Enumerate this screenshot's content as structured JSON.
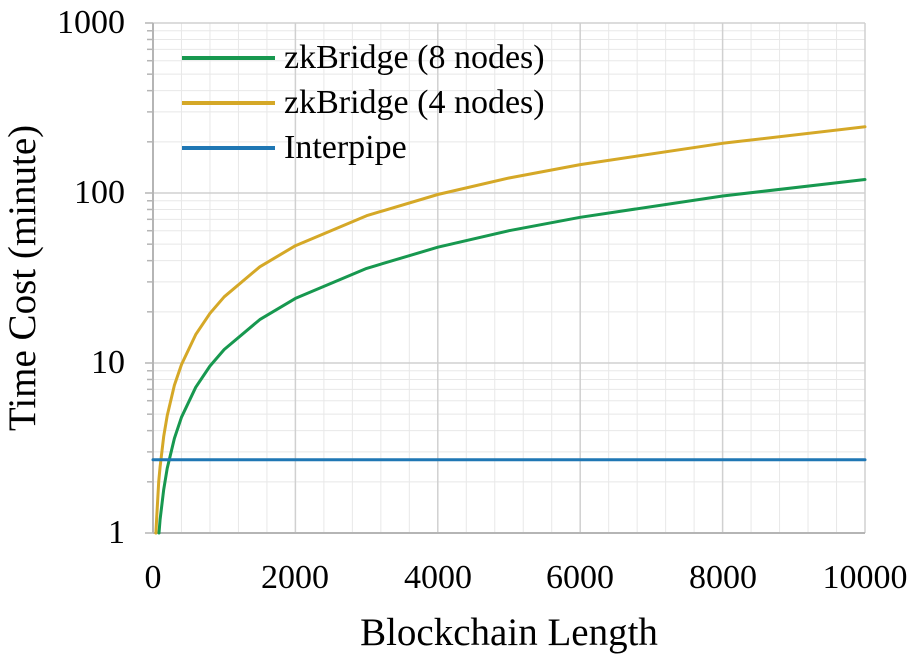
{
  "chart_data": {
    "type": "line",
    "title": "",
    "xlabel": "Blockchain Length",
    "ylabel": "Time Cost (minute)",
    "x_axis": {
      "min": 0,
      "max": 10000,
      "ticks": [
        0,
        2000,
        4000,
        6000,
        8000,
        10000
      ],
      "minor_step": 400,
      "scale": "linear"
    },
    "y_axis": {
      "min": 1,
      "max": 1000,
      "ticks": [
        1,
        10,
        100,
        1000
      ],
      "minor_marks": "log 2-9 each decade",
      "scale": "log"
    },
    "grid": "major and minor gridlines on",
    "legend_position": "top-left inside plot, no border",
    "colors": {
      "zkbridge_8": "#17984f",
      "zkbridge_4": "#d5a827",
      "interpipe": "#1f77b4",
      "grid_major": "#d0d0d0",
      "grid_minor": "#e8e8e8",
      "axis": "#b5b5b5"
    },
    "series": [
      {
        "name": "zkBridge (8 nodes)",
        "color": "#17984f",
        "x": [
          84,
          100,
          150,
          200,
          300,
          400,
          600,
          800,
          1000,
          1500,
          2000,
          3000,
          4000,
          5000,
          6000,
          8000,
          10000
        ],
        "y": [
          1.0,
          1.2,
          1.8,
          2.4,
          3.6,
          4.8,
          7.2,
          9.6,
          12,
          18,
          24,
          36,
          48,
          60,
          72,
          96,
          120
        ]
      },
      {
        "name": "zkBridge (4 nodes)",
        "color": "#d5a827",
        "x": [
          41,
          50,
          80,
          100,
          150,
          200,
          300,
          400,
          600,
          800,
          1000,
          1500,
          2000,
          3000,
          4000,
          5000,
          6000,
          8000,
          10000
        ],
        "y": [
          1.0,
          1.2,
          2.0,
          2.45,
          3.7,
          4.9,
          7.4,
          9.8,
          14.7,
          19.6,
          24.5,
          36.8,
          49,
          73.5,
          98,
          122.5,
          147,
          196,
          245
        ]
      },
      {
        "name": "Interpipe",
        "color": "#1f77b4",
        "x": [
          0,
          10000
        ],
        "y": [
          2.7,
          2.7
        ]
      }
    ]
  }
}
